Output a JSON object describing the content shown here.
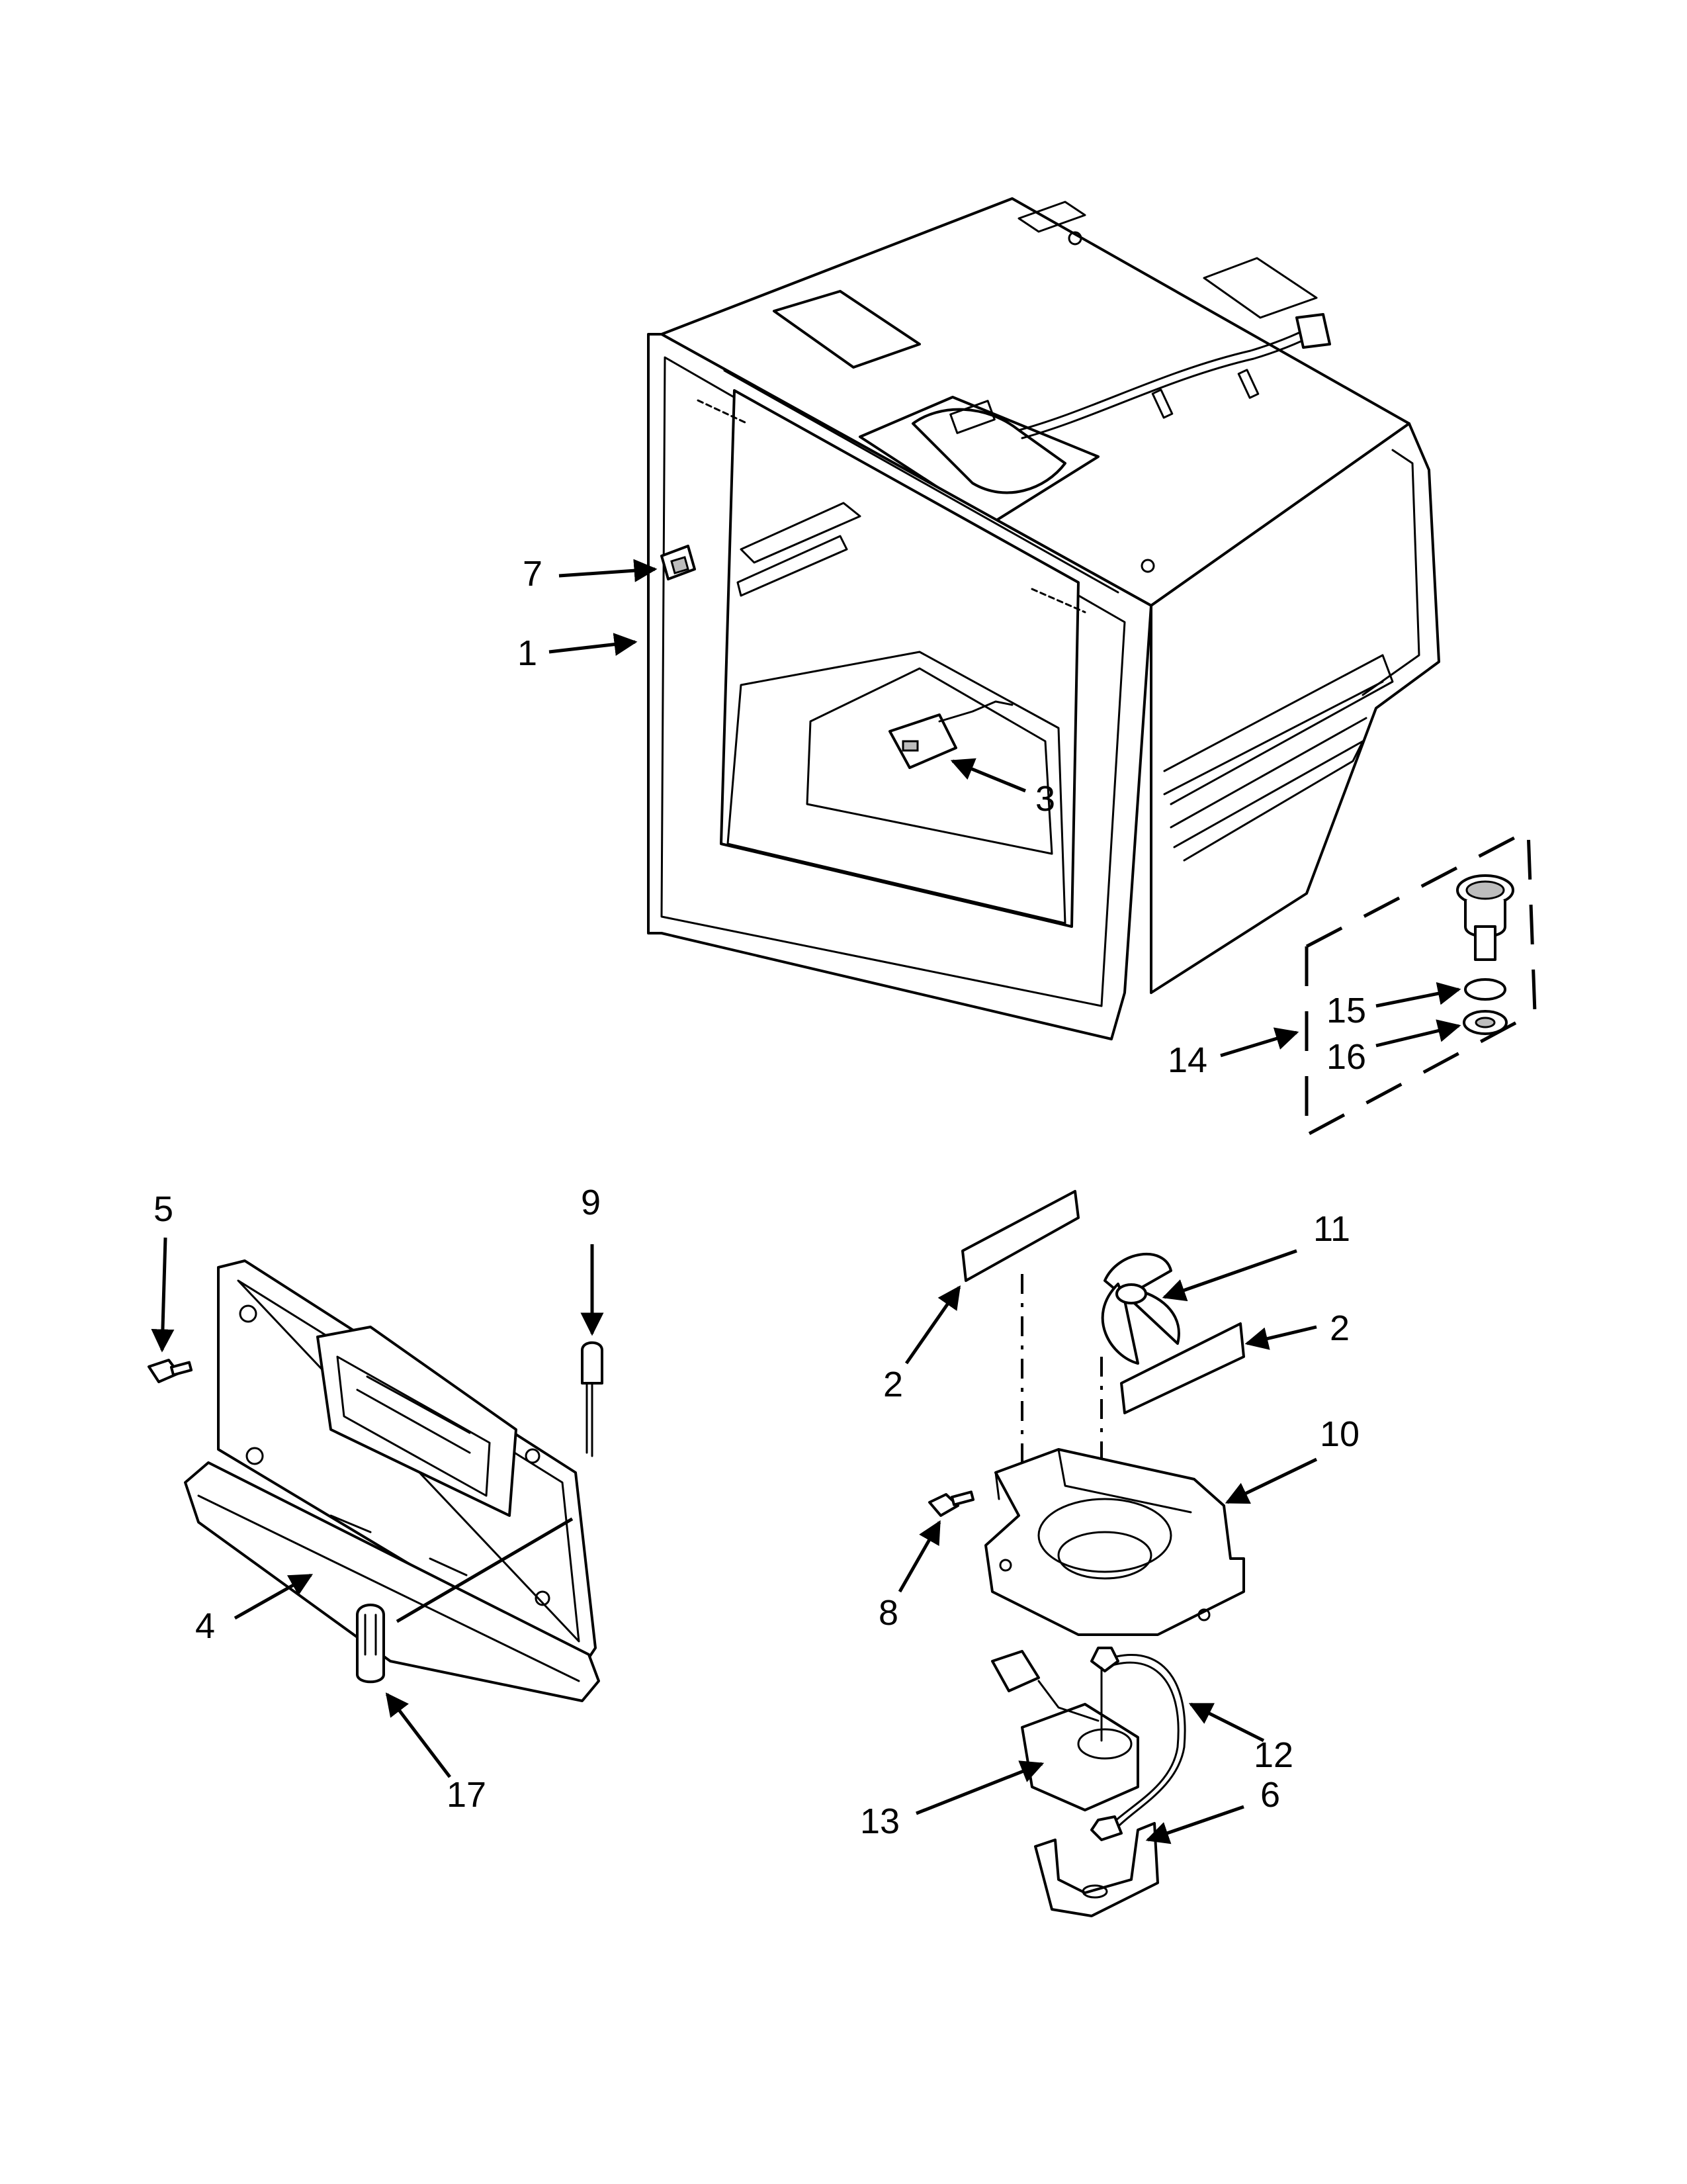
{
  "callouts": {
    "c1": "1",
    "c2a": "2",
    "c2b": "2",
    "c3": "3",
    "c4": "4",
    "c5": "5",
    "c6": "6",
    "c7": "7",
    "c8": "8",
    "c9": "9",
    "c10": "10",
    "c11": "11",
    "c12": "12",
    "c13": "13",
    "c14": "14",
    "c15": "15",
    "c16": "16",
    "c17": "17"
  },
  "colors": {
    "line": "#000000",
    "background": "#ffffff",
    "shade": "#bdbdbd"
  }
}
